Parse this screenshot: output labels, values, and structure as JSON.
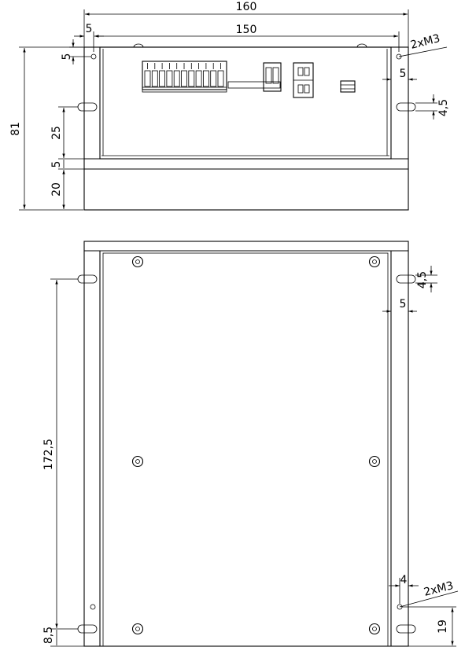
{
  "front_view": {
    "dim_overall_width": "160",
    "dim_inner_width": "150",
    "dim_top_offset_h": "5",
    "dim_top_offset_v": "5",
    "dim_height_total": "81",
    "dim_slot_height": "25",
    "dim_flange": "5",
    "dim_base": "20",
    "dim_right_inset": "5",
    "dim_slot_width": "4,5",
    "thread_note": "2xM3"
  },
  "bottom_view": {
    "dim_slot_width": "4,5",
    "dim_right_inset": "5",
    "dim_hole_spacing": "172,5",
    "dim_bottom_hole": "8,5",
    "dim_small_inset": "4",
    "thread_note": "2xM3",
    "dim_thread_height": "19"
  },
  "colors": {
    "line": "#000000",
    "background": "#ffffff"
  }
}
